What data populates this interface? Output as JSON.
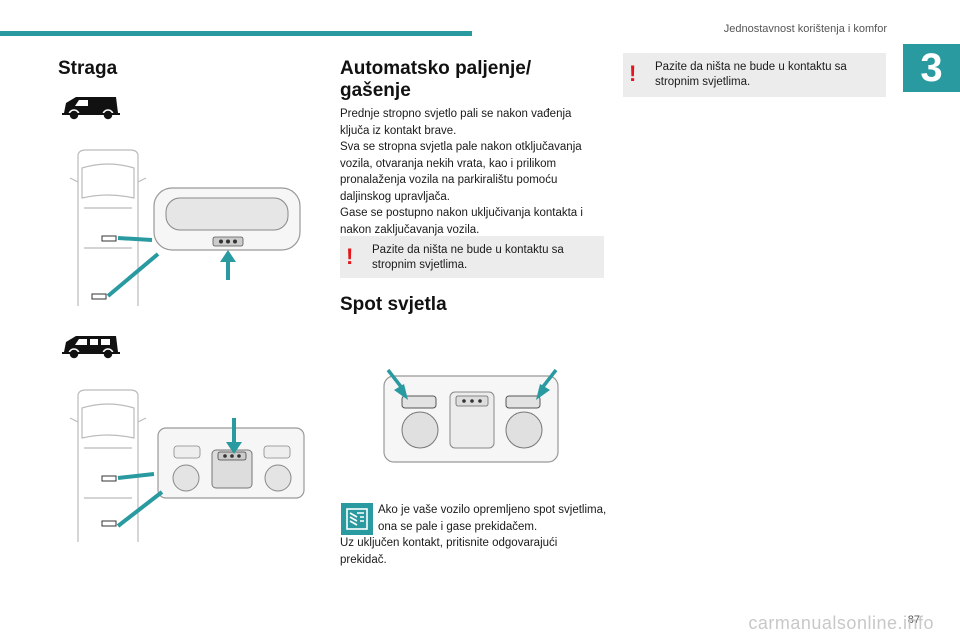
{
  "header": {
    "running_title": "Jednostavnost korištenja i komfor",
    "chapter_number": "3",
    "accent": "#2a9aa1"
  },
  "left": {
    "heading": "Straga"
  },
  "middle": {
    "heading": "Automatsko paljenje/ gašenje",
    "paragraphs": [
      "Prednje stropno svjetlo pali se nakon vađenja ključa iz kontakt brave.",
      "Sva se stropna svjetla pale nakon otključavanja vozila, otvaranja nekih vrata, kao i prilikom pronalaženja vozila na parkiralištu pomoću daljinskog upravljača.",
      "Gase se postupno nakon uključivanja kontakta i nakon zaključavanja vozila."
    ],
    "warning_text": "Pazite da ništa ne bude u kontaktu sa stropnim svjetlima.",
    "spot_heading": "Spot svjetla",
    "info_text_a": "Ako je vaše vozilo opremljeno spot svjetlima, ona se pale i gase prekidačem.",
    "info_text_b": "Uz uključen kontakt, pritisnite odgovarajući prekidač."
  },
  "right": {
    "warning_text": "Pazite da ništa ne bude u kontaktu sa stropnim svjetlima."
  },
  "footer": {
    "page_number": "87",
    "watermark": "carmanualsonline.info"
  },
  "icons": {
    "warning": "exclamation-icon",
    "info": "info-book-icon"
  }
}
